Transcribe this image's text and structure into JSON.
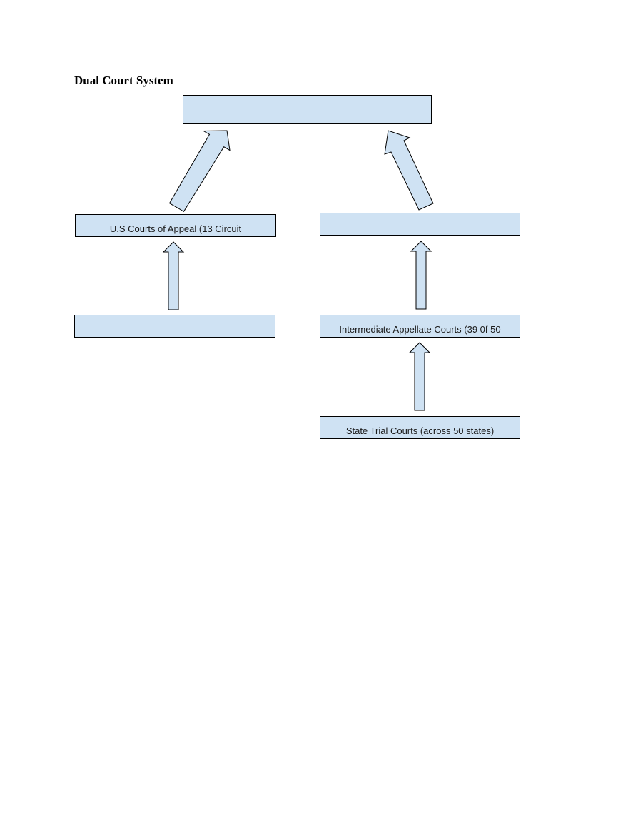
{
  "document": {
    "title": "Dual Court System"
  },
  "diagram": {
    "colors": {
      "box_fill": "#cfe2f3",
      "arrow_fill": "#cfe2f3",
      "stroke": "#000000"
    },
    "boxes": {
      "supreme_court": "",
      "federal_appeals": "U.S Courts of Appeal (13 Circuit",
      "state_supreme": "",
      "federal_trial": "",
      "state_appellate": "Intermediate Appellate Courts (39 0f 50",
      "state_trial": "State Trial Courts (across 50 states)"
    },
    "connections": [
      {
        "from": "federal_appeals",
        "to": "supreme_court"
      },
      {
        "from": "state_supreme",
        "to": "supreme_court"
      },
      {
        "from": "federal_trial",
        "to": "federal_appeals"
      },
      {
        "from": "state_appellate",
        "to": "state_supreme"
      },
      {
        "from": "state_trial",
        "to": "state_appellate"
      }
    ]
  }
}
